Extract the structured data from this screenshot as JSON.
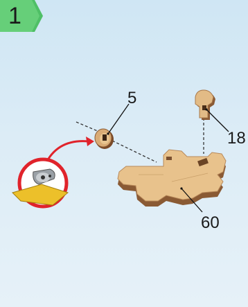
{
  "step": {
    "number": "1"
  },
  "callouts": [
    "5",
    "18",
    "60"
  ],
  "colors": {
    "background": "#d6eaf6",
    "badge": "#5cc66f",
    "arrow": "#e0232b",
    "wood": "#e8c28c"
  },
  "icons": [
    "sandpaper-detail",
    "red-arrow"
  ]
}
